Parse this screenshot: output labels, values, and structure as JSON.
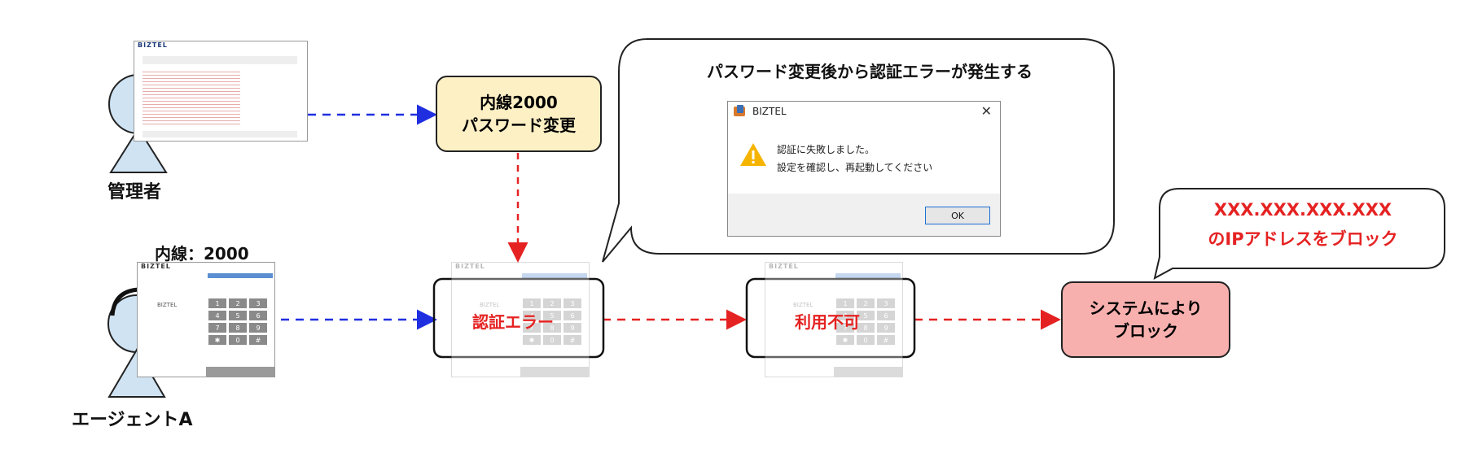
{
  "labels": {
    "admin": "管理者",
    "agent": "エージェントA",
    "extension": "内線：2000"
  },
  "boxes": {
    "change_line1": "内線2000",
    "change_line2": "パスワード変更",
    "block_line1": "システムにより",
    "block_line2": "ブロック"
  },
  "callouts": {
    "error_title": "パスワード変更後から認証エラーが発生する",
    "ip_line1": "XXX.XXX.XXX.XXX",
    "ip_line2": "のIPアドレスをブロック"
  },
  "dialog": {
    "title": "BIZTEL",
    "message_line1": "認証に失敗しました。",
    "message_line2": "設定を確認し、再起動してください",
    "ok_label": "OK"
  },
  "app": {
    "brand": "BIZTEL",
    "overlay_auth_error": "認証エラー",
    "overlay_unavailable": "利用不可",
    "keypad": [
      "1",
      "2",
      "3",
      "4",
      "5",
      "6",
      "7",
      "8",
      "9",
      "✱",
      "0",
      "#"
    ]
  },
  "colors": {
    "blue_arrow": "#1f2fe0",
    "red_arrow": "#e52222",
    "change_fill": "#fdf0c4",
    "block_fill": "#f7b0ae",
    "person_fill": "#cfe3f3",
    "red_text": "#e52222"
  }
}
